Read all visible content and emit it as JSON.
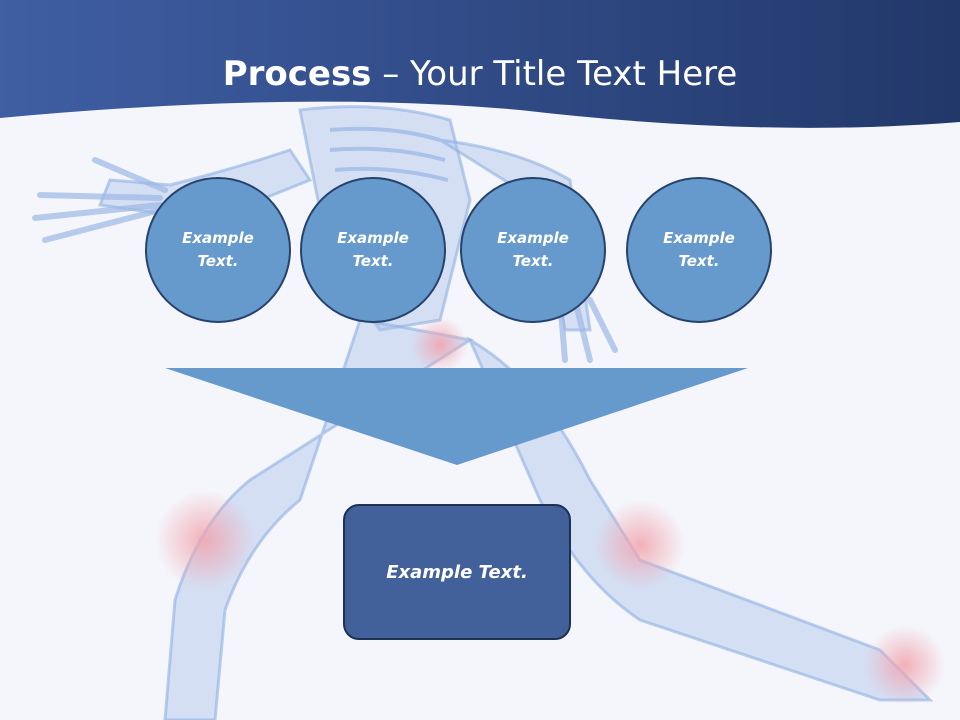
{
  "slide": {
    "title_bold": "Process",
    "title_rest": " – Your Title Text Here",
    "circles": [
      {
        "label": "Example Text."
      },
      {
        "label": "Example Text."
      },
      {
        "label": "Example Text."
      },
      {
        "label": "Example Text."
      }
    ],
    "result_box": {
      "label": "Example Text."
    }
  },
  "colors": {
    "header_band": "#2f4a86",
    "circle_fill": "#6699cc",
    "circle_border": "#26436e",
    "arrow_fill": "#6699cc",
    "box_fill": "#42609a",
    "box_border": "#1d3155",
    "background": "#f4f6fb"
  },
  "icons": {
    "background_art": "skeleton-runner-illustration"
  }
}
